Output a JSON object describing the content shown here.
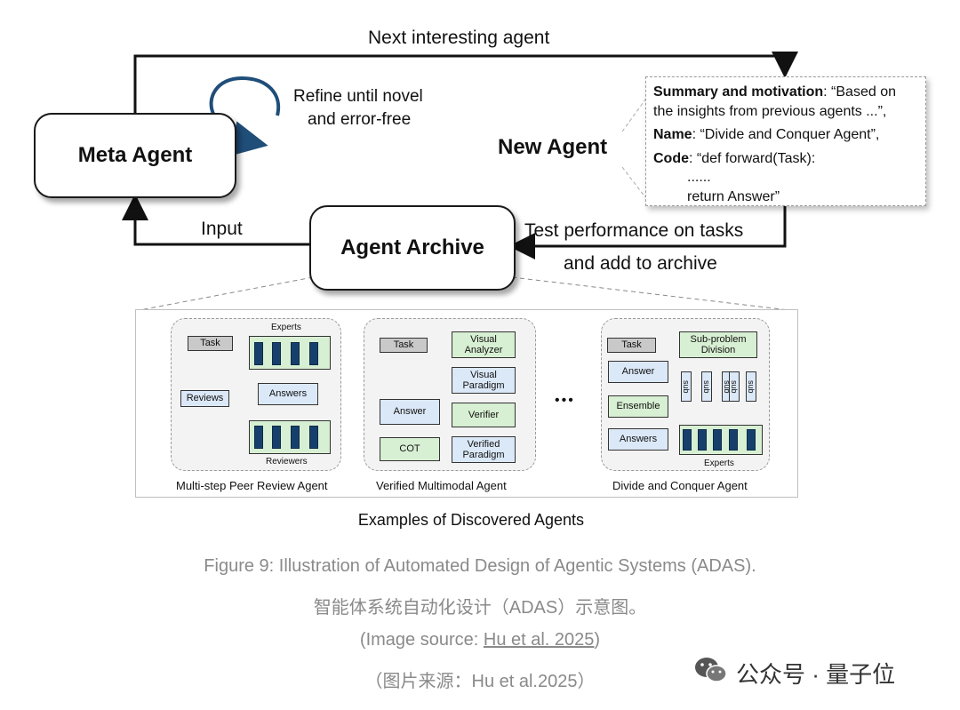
{
  "diagram": {
    "meta_agent": "Meta Agent",
    "agent_archive": "Agent Archive",
    "new_agent": "New Agent",
    "next_interesting": "Next interesting agent",
    "refine_1": "Refine until novel",
    "refine_2": "and error-free",
    "input": "Input",
    "test_1": "Test performance on tasks",
    "test_2": "and add to archive",
    "info": {
      "summary_label": "Summary and motivation",
      "summary_text_1": ": “Based on",
      "summary_text_2": "the insights from previous agents ...”,",
      "name_label": "Name",
      "name_text": ": “Divide and Conquer Agent”,",
      "code_label": "Code",
      "code_text": ": “def forward(Task):",
      "code_dots": "......",
      "code_return": "return Answer”"
    }
  },
  "examples": {
    "title": "Examples of Discovered Agents",
    "ellipsis": "•••",
    "peer_review": {
      "caption": "Multi-step Peer Review Agent",
      "task": "Task",
      "experts": "Experts",
      "answers": "Answers",
      "reviews": "Reviews",
      "reviewers": "Reviewers"
    },
    "multimodal": {
      "caption": "Verified Multimodal Agent",
      "task": "Task",
      "visual_analyzer": "Visual Analyzer",
      "visual_paradigm": "Visual Paradigm",
      "verifier": "Verifier",
      "verified_paradigm": "Verified Paradigm",
      "cot": "COT",
      "answer": "Answer"
    },
    "divide": {
      "caption": "Divide and Conquer Agent",
      "task": "Task",
      "subproblem": "Sub-problem Division",
      "answer": "Answer",
      "ensemble": "Ensemble",
      "answers": "Answers",
      "sub": "sub",
      "experts": "Experts"
    }
  },
  "captions": {
    "figure_en": "Figure 9: Illustration of Automated Design of Agentic Systems (ADAS).",
    "figure_zh": "智能体系统自动化设计（ADAS）示意图。",
    "source_prefix": "(Image source: ",
    "source_link": "Hu et al. 2025",
    "source_suffix": ")",
    "source_zh": "（图片来源：Hu et al.2025）"
  },
  "watermark": {
    "text": "公众号 · 量子位",
    "icon": "wechat-icon"
  },
  "colors": {
    "arrow_blue": "#1f4e79",
    "node_blue": "#dbe8f7",
    "node_green": "#d7efd2",
    "expert_navy": "#16406b",
    "caption_gray": "#8a8a8a"
  }
}
